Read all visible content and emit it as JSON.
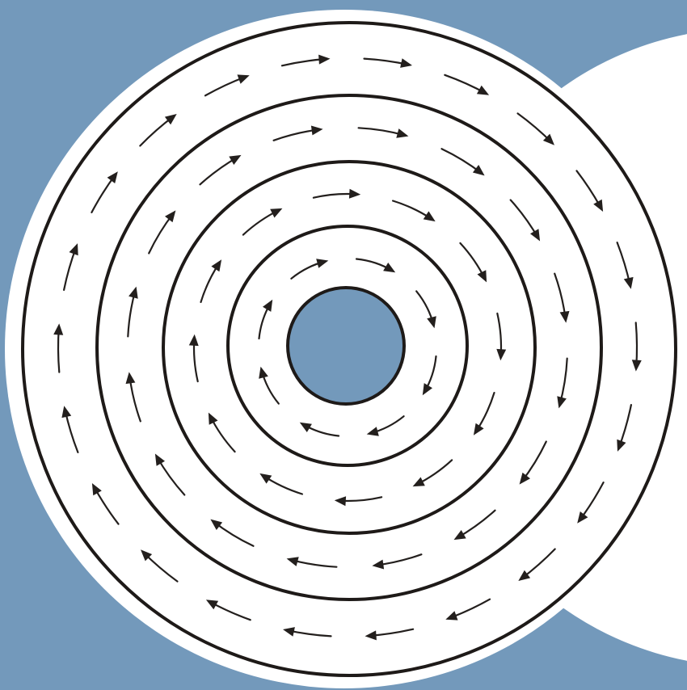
{
  "colors": {
    "background_blue": "#7399bb",
    "disc_fill": "#ffffff",
    "line_ink": "#1e1a18"
  },
  "diagram": {
    "type": "concentric-circular-flow",
    "ring_count": 4,
    "flow_direction": "clockwise"
  }
}
